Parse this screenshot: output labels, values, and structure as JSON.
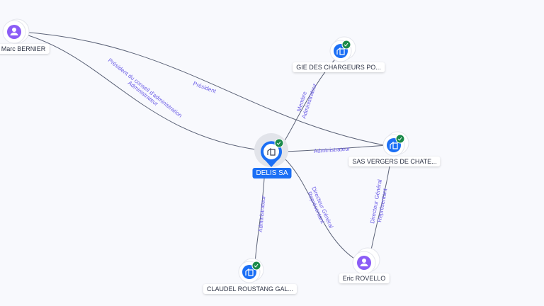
{
  "nodes": {
    "center": {
      "label": "DELIS SA",
      "type": "company",
      "verified": true
    },
    "marc": {
      "label": "Marc BERNIER",
      "type": "person"
    },
    "gie": {
      "label": "GIE DES CHARGEURS PO...",
      "type": "company",
      "verified": true
    },
    "sas": {
      "label": "SAS VERGERS DE CHATE...",
      "type": "company",
      "verified": true
    },
    "claudel": {
      "label": "CLAUDEL ROUSTANG GAL...",
      "type": "company",
      "verified": true
    },
    "eric": {
      "label": "Eric ROVELLO",
      "type": "person"
    }
  },
  "edges": {
    "marc_delis": [
      "Président du conseil d'administration",
      "Administrateur"
    ],
    "marc_sas": [
      "Président"
    ],
    "delis_gie": [
      "Membre",
      "Administrateur"
    ],
    "sas_delis": [
      "Administrateur"
    ],
    "delis_claudel": [
      "Administrateur"
    ],
    "delis_eric": [
      "Directeur Général",
      "Représentant"
    ],
    "eric_sas": [
      "Directeur Général",
      "Représentant"
    ]
  },
  "colors": {
    "company": "#1b6ff5",
    "person": "#8b5cf6",
    "verified": "#1a8a4a",
    "edge_label": "#6b5ce7"
  }
}
